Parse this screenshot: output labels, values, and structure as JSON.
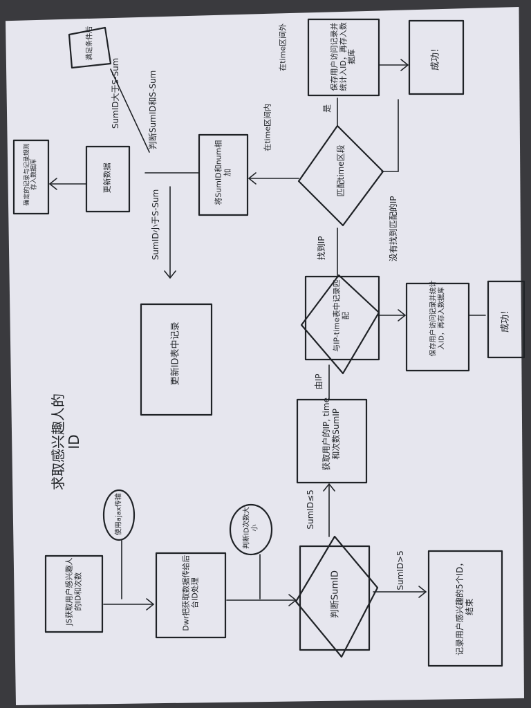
{
  "diagram": {
    "title": "求取感兴趣人的ID",
    "nodes": {
      "js_start": "JS获取用户感兴趣人的ID和次数",
      "note_ajax": "使用ajax传输",
      "servlet": "Dwr把获取数据传给后台ID处理",
      "note_judge_id": "判断ID次数大小",
      "decision_sum": "判断SumID",
      "result_sum_gt5": "记录用户感兴趣的5个ID，结束",
      "lookup_ip_time": "获取用户的IP, time和次数SumIP",
      "compare_iptime": "与IP-time表中记录匹配",
      "decision_time": "匹配time区段",
      "insert_record": "保存用户访问记录并统计入ID，再存入数据库",
      "update_record": "更新ID表中记录",
      "success_1": "成功！",
      "success_2": "成功！",
      "sum_num": "将SumID和num相加",
      "judge_sum": "判断SumID和S-Sum",
      "sum_lt": "SumID小于S-Sum",
      "cut_out": "更新数据",
      "store_rule": "确定的记录与记录规则存入数据库",
      "note_cond": "满足条件后",
      "gt_s_sum": "SumID大于S-Sum"
    },
    "edges": {
      "sumid_gt5": "SumID>5",
      "sumid_le5": "SumID≤5",
      "out_ip": "由IP",
      "match_ip": "找到IP",
      "not_found": "没有找到匹配的IP",
      "time_range": "在time区间内",
      "yes_branch": "是",
      "not_in_time": "在time区间外"
    }
  }
}
